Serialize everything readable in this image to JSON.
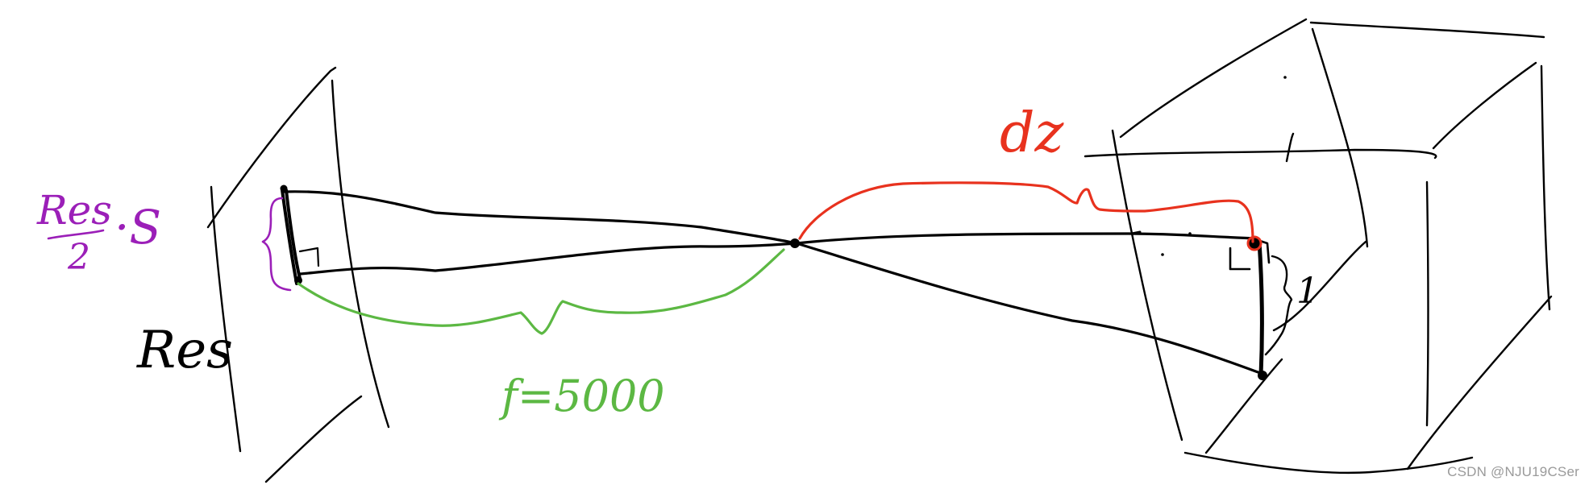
{
  "labels": {
    "res_half_top": "Res",
    "res_half_bottom": "2",
    "res_half_suffix": "·S",
    "res": "Res",
    "focal": "f=5000",
    "depth": "dz",
    "unit_length": "1"
  },
  "watermark": "CSDN @NJU19CSer",
  "colors": {
    "ink": "#000000",
    "purple": "#9b1fb8",
    "green": "#5cb843",
    "red": "#e8321e",
    "watermark": "#9a9a9a"
  }
}
